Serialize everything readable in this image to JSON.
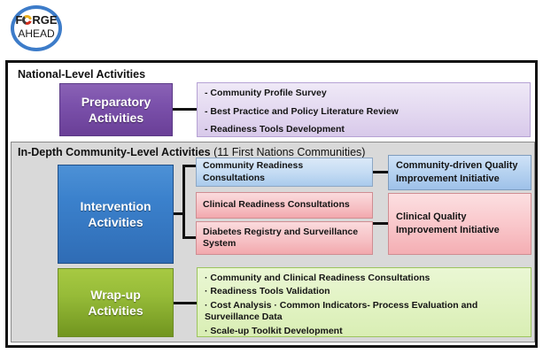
{
  "logo": {
    "line1_before": "F",
    "line1_o": "O",
    "line1_after": "RGE",
    "line2": "AHEAD"
  },
  "national": {
    "title": "National-Level Activities",
    "box_label": "Preparatory\nActivities",
    "items": [
      "- Community Profile Survey",
      "- Best Practice and Policy Literature  Review",
      "- Readiness Tools Development"
    ]
  },
  "indepth": {
    "title_bold": "In-Depth Community-Level Activities",
    "title_regular": " (11 First Nations Communities)",
    "intervention": {
      "box_label": "Intervention\nActivities",
      "mid_boxes": [
        "Community Readiness Consultations",
        "Clinical Readiness  Consultations",
        "Diabetes Registry and Surveillance System"
      ],
      "right_boxes": [
        "Community-driven Quality Improvement Initiative",
        "Clinical Quality Improvement Initiative"
      ]
    },
    "wrapup": {
      "box_label": "Wrap-up\nActivities",
      "items": [
        "· Community and Clinical Readiness Consultations",
        "· Readiness Tools Validation",
        "· Cost Analysis · Common Indicators- Process Evaluation and\n   Surveillance Data",
        "· Scale-up Toolkit Development"
      ]
    }
  },
  "colors": {
    "purple": "#7b51ab",
    "blue": "#3b81cc",
    "green": "#96bb38",
    "light_blue": "#c3dbf3",
    "light_pink": "#f6bfc3",
    "light_purple": "#e3d8f0",
    "light_green": "#e2f3c4",
    "panel_gray": "#d9d9d9",
    "frame_black": "#121212"
  }
}
